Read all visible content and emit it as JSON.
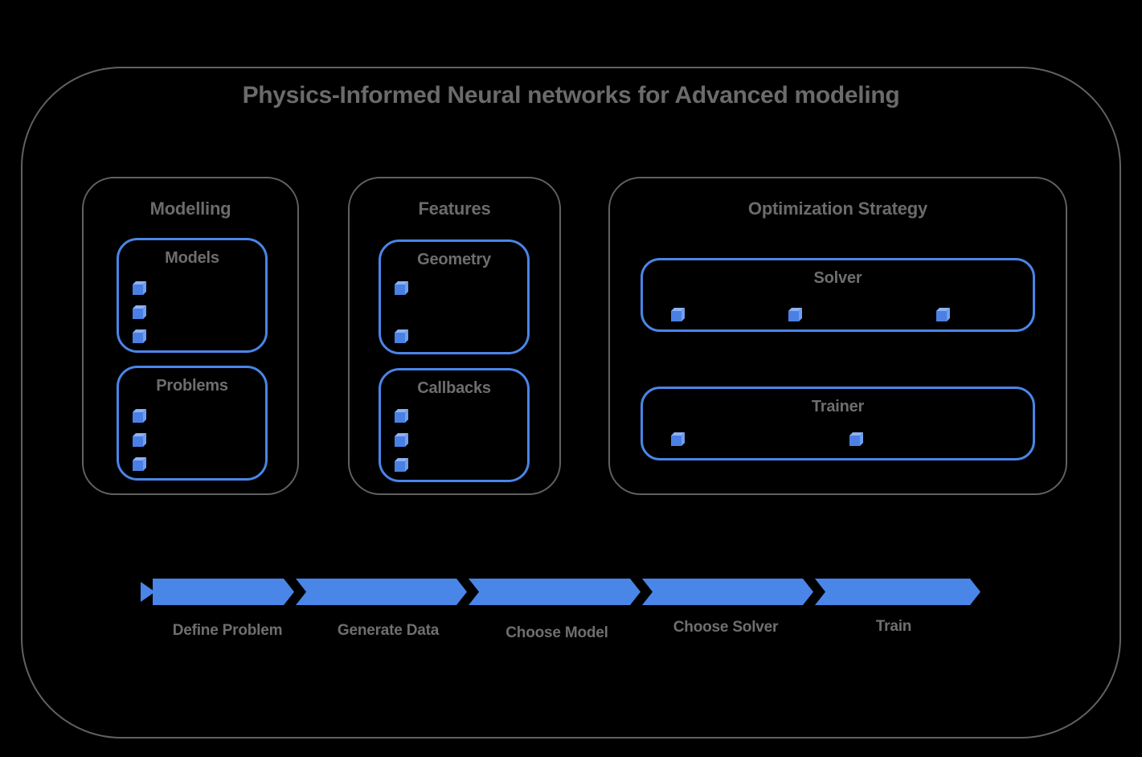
{
  "title": "Physics-Informed Neural networks for Advanced modeling",
  "groups": [
    {
      "label": "Modelling",
      "boxes": [
        {
          "label": "Models",
          "item_count": 3
        },
        {
          "label": "Problems",
          "item_count": 3
        }
      ]
    },
    {
      "label": "Features",
      "boxes": [
        {
          "label": "Geometry",
          "item_count": 2
        },
        {
          "label": "Callbacks",
          "item_count": 3
        }
      ]
    },
    {
      "label": "Optimization Strategy",
      "boxes": [
        {
          "label": "Solver",
          "item_count": 3
        },
        {
          "label": "Trainer",
          "item_count": 2
        }
      ]
    }
  ],
  "flow_steps": [
    "Define Problem",
    "Generate Data",
    "Choose Model",
    "Choose Solver",
    "Train"
  ],
  "colors": {
    "accent_blue": "#4a85e8",
    "border_gray": "#616161",
    "text_gray": "#6b6b6b",
    "cube_front": "#4a80e4",
    "cube_top": "#8db2f3",
    "cube_side": "#6f9ff0"
  }
}
